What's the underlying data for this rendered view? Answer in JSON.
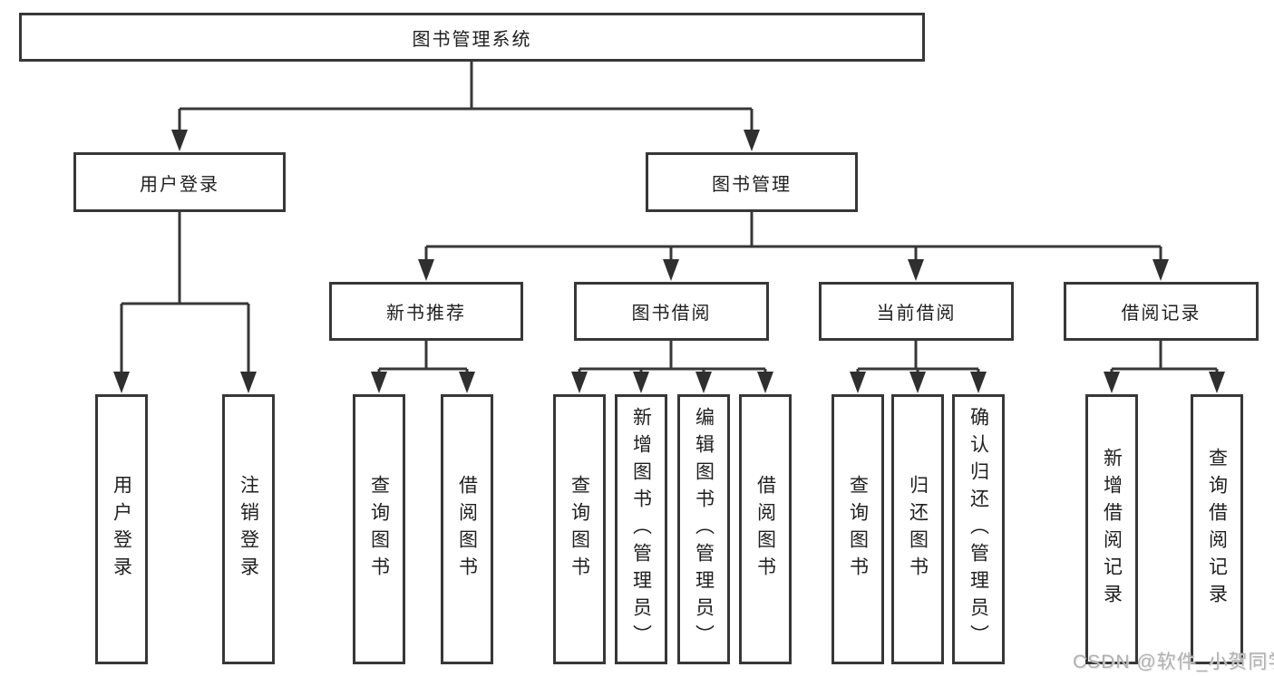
{
  "diagram": {
    "root": {
      "label": "图书管理系统"
    },
    "level2": [
      {
        "label": "用户登录"
      },
      {
        "label": "图书管理"
      }
    ],
    "level3": [
      {
        "label": "新书推荐"
      },
      {
        "label": "图书借阅"
      },
      {
        "label": "当前借阅"
      },
      {
        "label": "借阅记录"
      }
    ],
    "leaves": {
      "user_login": [
        "用户登录",
        "注销登录"
      ],
      "new_book": [
        "查询图书",
        "借阅图书"
      ],
      "book_borrow": [
        "查询图书",
        "新增图书（管理员）",
        "编辑图书（管理员）",
        "借阅图书"
      ],
      "current_borrow": [
        "查询图书",
        "归还图书",
        "确认归还（管理员）"
      ],
      "borrow_records": [
        "新增借阅记录",
        "查询借阅记录"
      ]
    },
    "line_color": "#373737"
  },
  "watermark": {
    "text": "CSDN @软件_小贺同学"
  }
}
